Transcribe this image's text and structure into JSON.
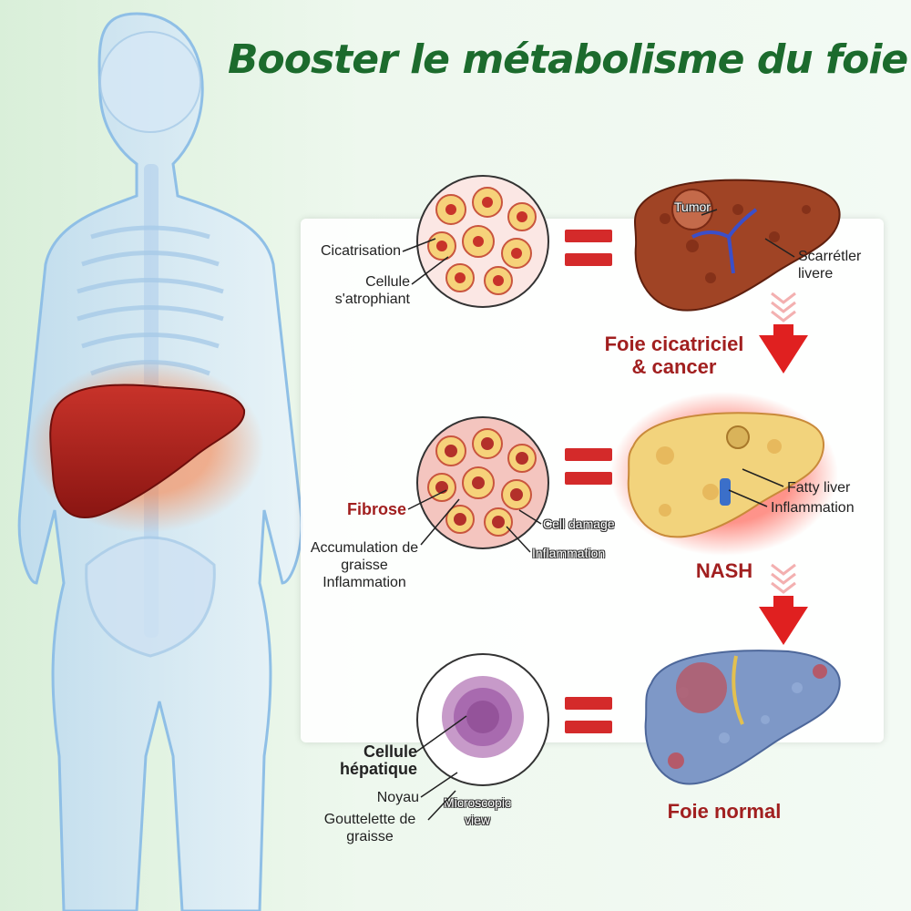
{
  "title": "Booster le métabolisme du foie",
  "rows": [
    {
      "stage_label": "Foie cicatriciel & cancer",
      "micro_labels": [
        "Cicatrisation",
        "Cellule s'atrophiant"
      ],
      "organ_labels": [
        "Tumor",
        "Scarrétler livere"
      ]
    },
    {
      "stage_label": "NASH",
      "micro_labels": [
        "Fibrose",
        "Accumulation de graisse Inflammation",
        "Cell damage",
        "Inflammation"
      ],
      "organ_labels": [
        "Fatty liver",
        "Inflammation"
      ]
    },
    {
      "stage_label": "Foie normal",
      "micro_labels": [
        "Cellule hépatique",
        "Noyau",
        "Gouttelette de graisse",
        "Microscopic view"
      ],
      "organ_labels": []
    }
  ],
  "colors": {
    "title": "#1c6b2d",
    "accent_red": "#d42a2a",
    "stage_text": "#a11f1f",
    "diseased_liver": "#a04425",
    "fatty_liver": "#f2d37c",
    "normal_liver": "#7e98c7"
  }
}
